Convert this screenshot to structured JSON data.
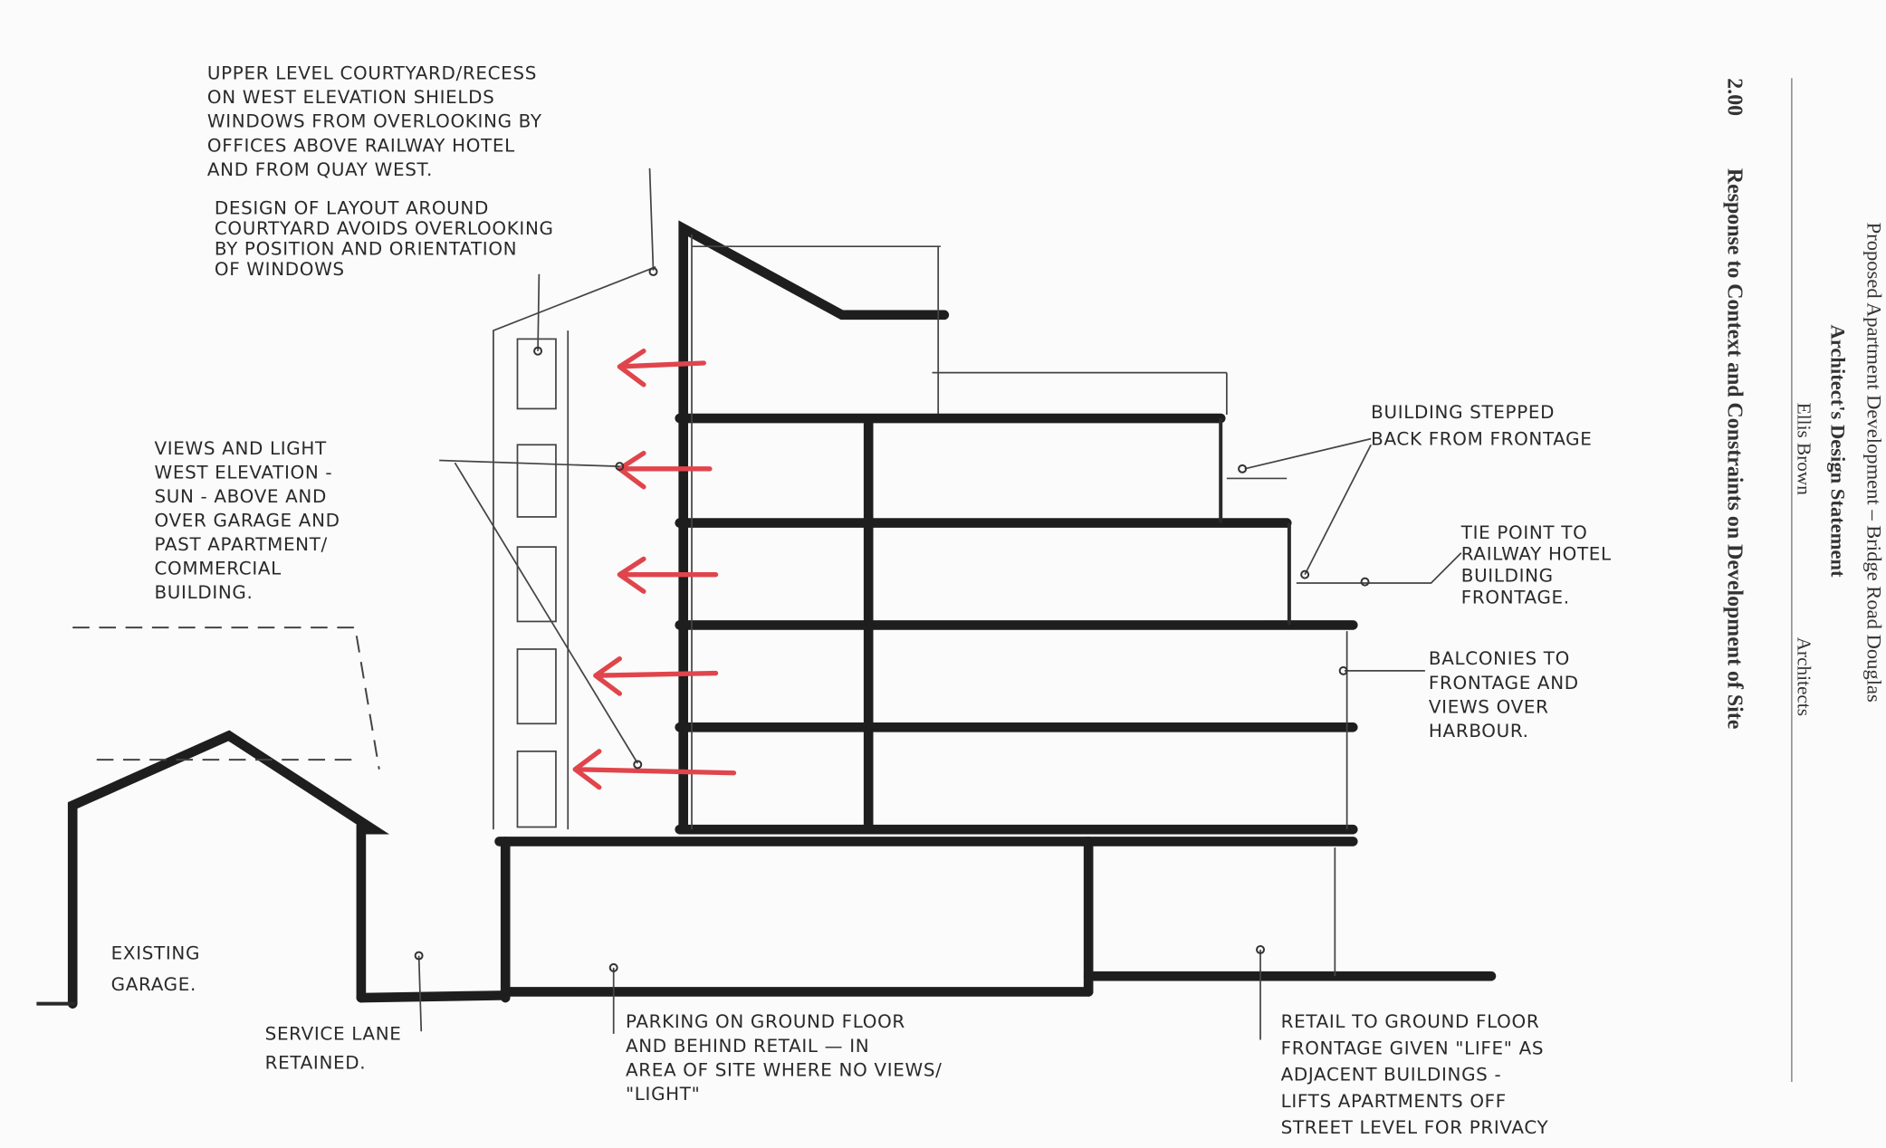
{
  "header": {
    "project": "Proposed Apartment Development – Bridge Road Douglas",
    "document": "Architect's Design Statement",
    "firm_name": "Ellis Brown",
    "firm_type": "Architects",
    "section_number": "2.00",
    "section_title": "Response to Context and Constraints on Development of Site"
  },
  "colors": {
    "arrow": "#e0454c",
    "ink": "#1e1e1e"
  },
  "notes": {
    "courtyard": [
      "UPPER LEVEL COURTYARD/RECESS",
      "ON WEST ELEVATION SHIELDS",
      "WINDOWS FROM OVERLOOKING BY",
      "OFFICES ABOVE RAILWAY HOTEL",
      "AND FROM QUAY WEST."
    ],
    "layout": [
      "DESIGN OF LAYOUT AROUND",
      "COURTYARD AVOIDS OVERLOOKING",
      "BY POSITION AND ORIENTATION",
      "OF WINDOWS"
    ],
    "views": [
      "VIEWS AND LIGHT",
      "WEST ELEVATION -",
      "SUN - ABOVE AND",
      "OVER GARAGE AND",
      "PAST APARTMENT/",
      "COMMERCIAL",
      "BUILDING."
    ],
    "garage": [
      "EXISTING",
      "GARAGE."
    ],
    "lane": [
      "SERVICE LANE",
      "RETAINED."
    ],
    "parking": [
      "PARKING ON GROUND FLOOR",
      "AND BEHIND RETAIL — IN",
      "AREA OF SITE WHERE NO VIEWS/",
      "\"LIGHT\""
    ],
    "retail": [
      "RETAIL TO GROUND FLOOR",
      "FRONTAGE GIVEN \"LIFE\" AS",
      "ADJACENT BUILDINGS -",
      "LIFTS APARTMENTS OFF",
      "STREET LEVEL FOR PRIVACY"
    ],
    "stepped": [
      "BUILDING STEPPED",
      "BACK FROM FRONTAGE"
    ],
    "tie": [
      "TIE POINT TO",
      "RAILWAY HOTEL",
      "BUILDING",
      "FRONTAGE."
    ],
    "balconies": [
      "BALCONIES TO",
      "FRONTAGE AND",
      "VIEWS OVER",
      "HARBOUR."
    ]
  }
}
